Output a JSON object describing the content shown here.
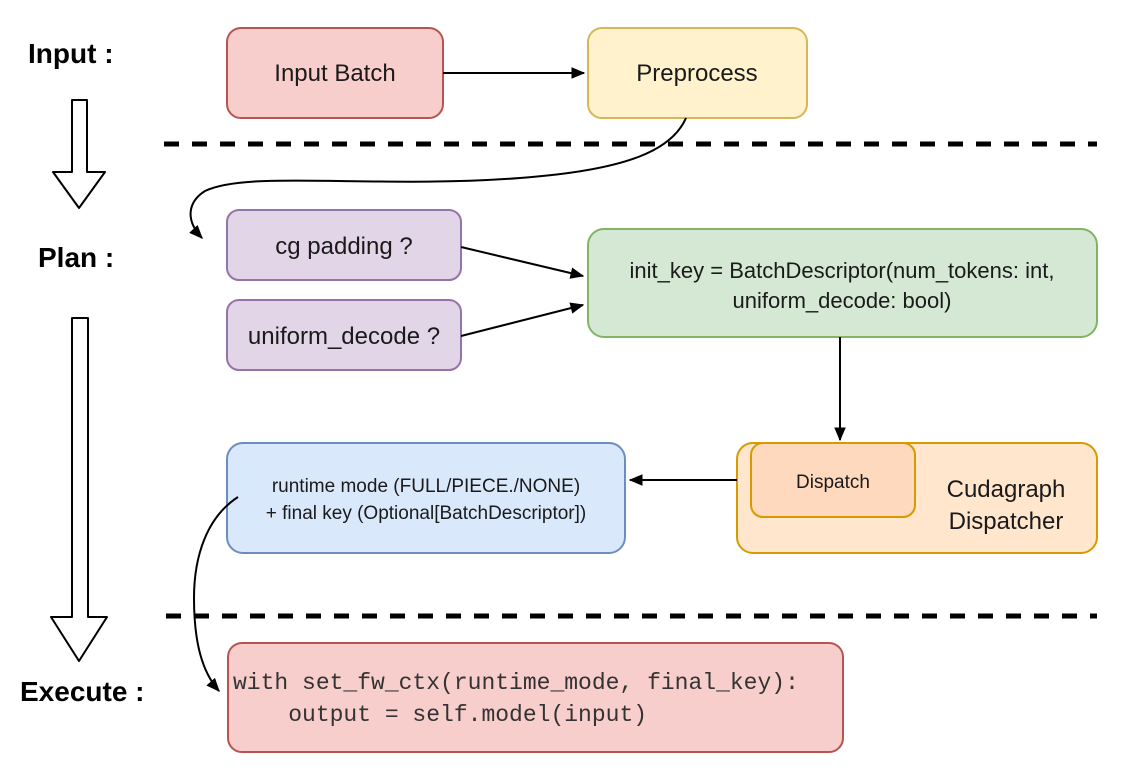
{
  "diagram": {
    "stages": {
      "input_label": "Input :",
      "plan_label": "Plan :",
      "execute_label": "Execute :"
    },
    "nodes": {
      "input_batch": {
        "label": "Input Batch",
        "fill": "#f8cecc",
        "stroke": "#b85450"
      },
      "preprocess": {
        "label": "Preprocess",
        "fill": "#fff2cc",
        "stroke": "#d6b656"
      },
      "cg_padding": {
        "label": "cg padding ?",
        "fill": "#e1d5e7",
        "stroke": "#9673a6"
      },
      "uniform_decode": {
        "label": "uniform_decode ?",
        "fill": "#e1d5e7",
        "stroke": "#9673a6"
      },
      "init_key": {
        "line1": "init_key = BatchDescriptor(num_tokens: int,",
        "line2": "uniform_decode: bool)",
        "fill": "#d5e8d4",
        "stroke": "#82b366"
      },
      "runtime_result": {
        "line1": "runtime mode (FULL/PIECE./NONE)",
        "line2": "+ final key (Optional[BatchDescriptor])",
        "fill": "#dae8fc",
        "stroke": "#6c8ebf"
      },
      "dispatch": {
        "label": "Dispatch",
        "fill": "#ffd9bd",
        "stroke": "#d79b00"
      },
      "cudagraph_dispatcher": {
        "line1": "Cudagraph",
        "line2": "Dispatcher",
        "fill": "#ffe6cc",
        "stroke": "#d79b00"
      },
      "execute_code": {
        "line1": "with set_fw_ctx(runtime_mode, final_key):",
        "line2": "    output = self.model(input)",
        "fill": "#f8cecc",
        "stroke": "#b85450"
      }
    }
  }
}
